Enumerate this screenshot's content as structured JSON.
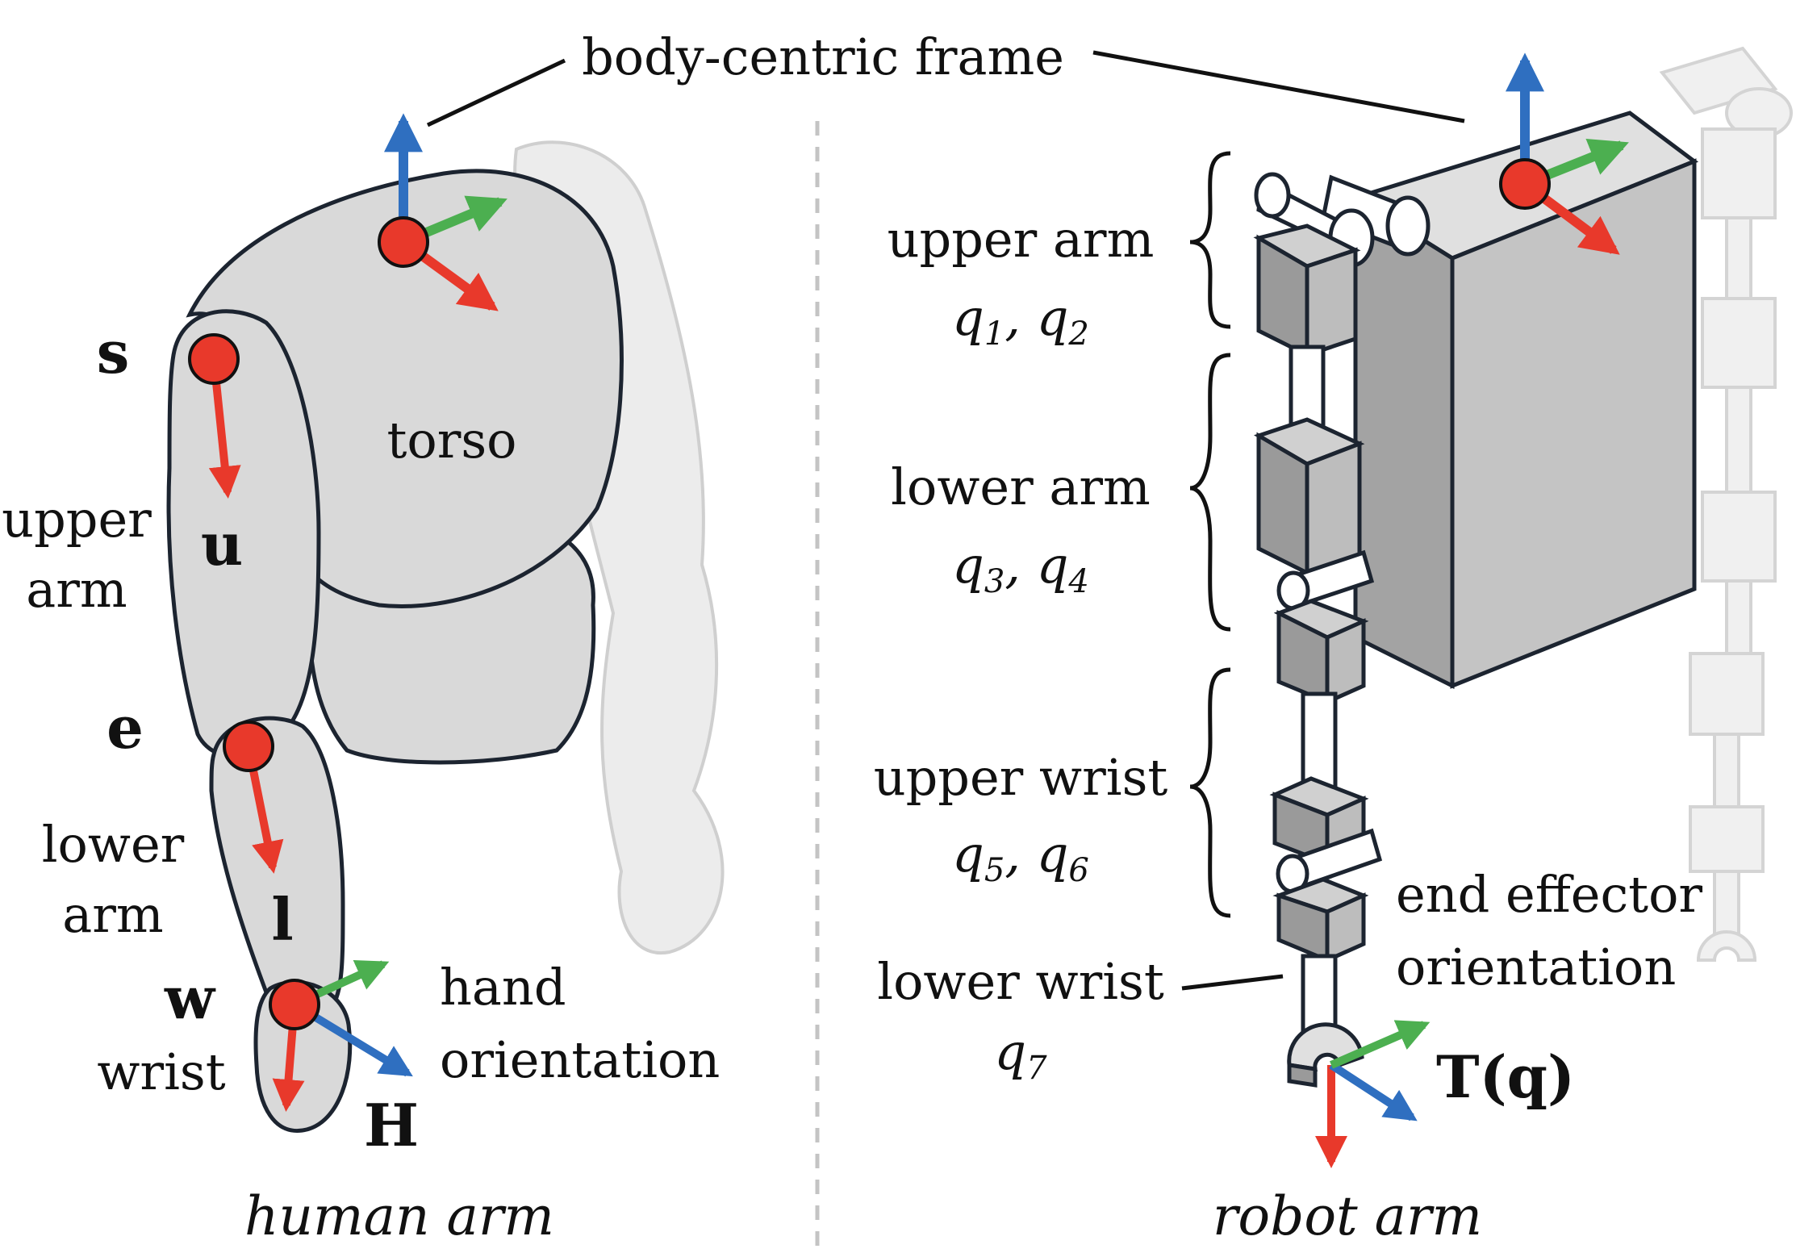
{
  "title": "body-centric frame",
  "human": {
    "caption": "human arm",
    "torso": "torso",
    "joints": {
      "s": "s",
      "e": "e",
      "w": "w"
    },
    "vectors": {
      "u": "u",
      "l": "l",
      "H": "H"
    },
    "upper_arm": [
      "upper",
      "arm"
    ],
    "lower_arm": [
      "lower",
      "arm"
    ],
    "wrist": "wrist",
    "hand_orientation": [
      "hand",
      "orientation"
    ]
  },
  "robot": {
    "caption": "robot arm",
    "segments": [
      {
        "name": "upper arm",
        "q1": "q",
        "s1": "1",
        "q2": "q",
        "s2": "2"
      },
      {
        "name": "lower arm",
        "q1": "q",
        "s1": "3",
        "q2": "q",
        "s2": "4"
      },
      {
        "name": "upper wrist",
        "q1": "q",
        "s1": "5",
        "q2": "q",
        "s2": "6"
      }
    ],
    "lower_wrist": {
      "name": "lower wrist",
      "q": "q",
      "s": "7"
    },
    "end_effector": [
      "end effector",
      "orientation"
    ],
    "pose": "T(q)"
  },
  "colors": {
    "x_axis": "#e8392b",
    "y_axis": "#4caf50",
    "z_axis": "#2f6fc0",
    "joint": "#e8392b",
    "body_fill": "#d9d9d9",
    "ghost": "#e6e6e6",
    "outline": "#1c2430"
  }
}
